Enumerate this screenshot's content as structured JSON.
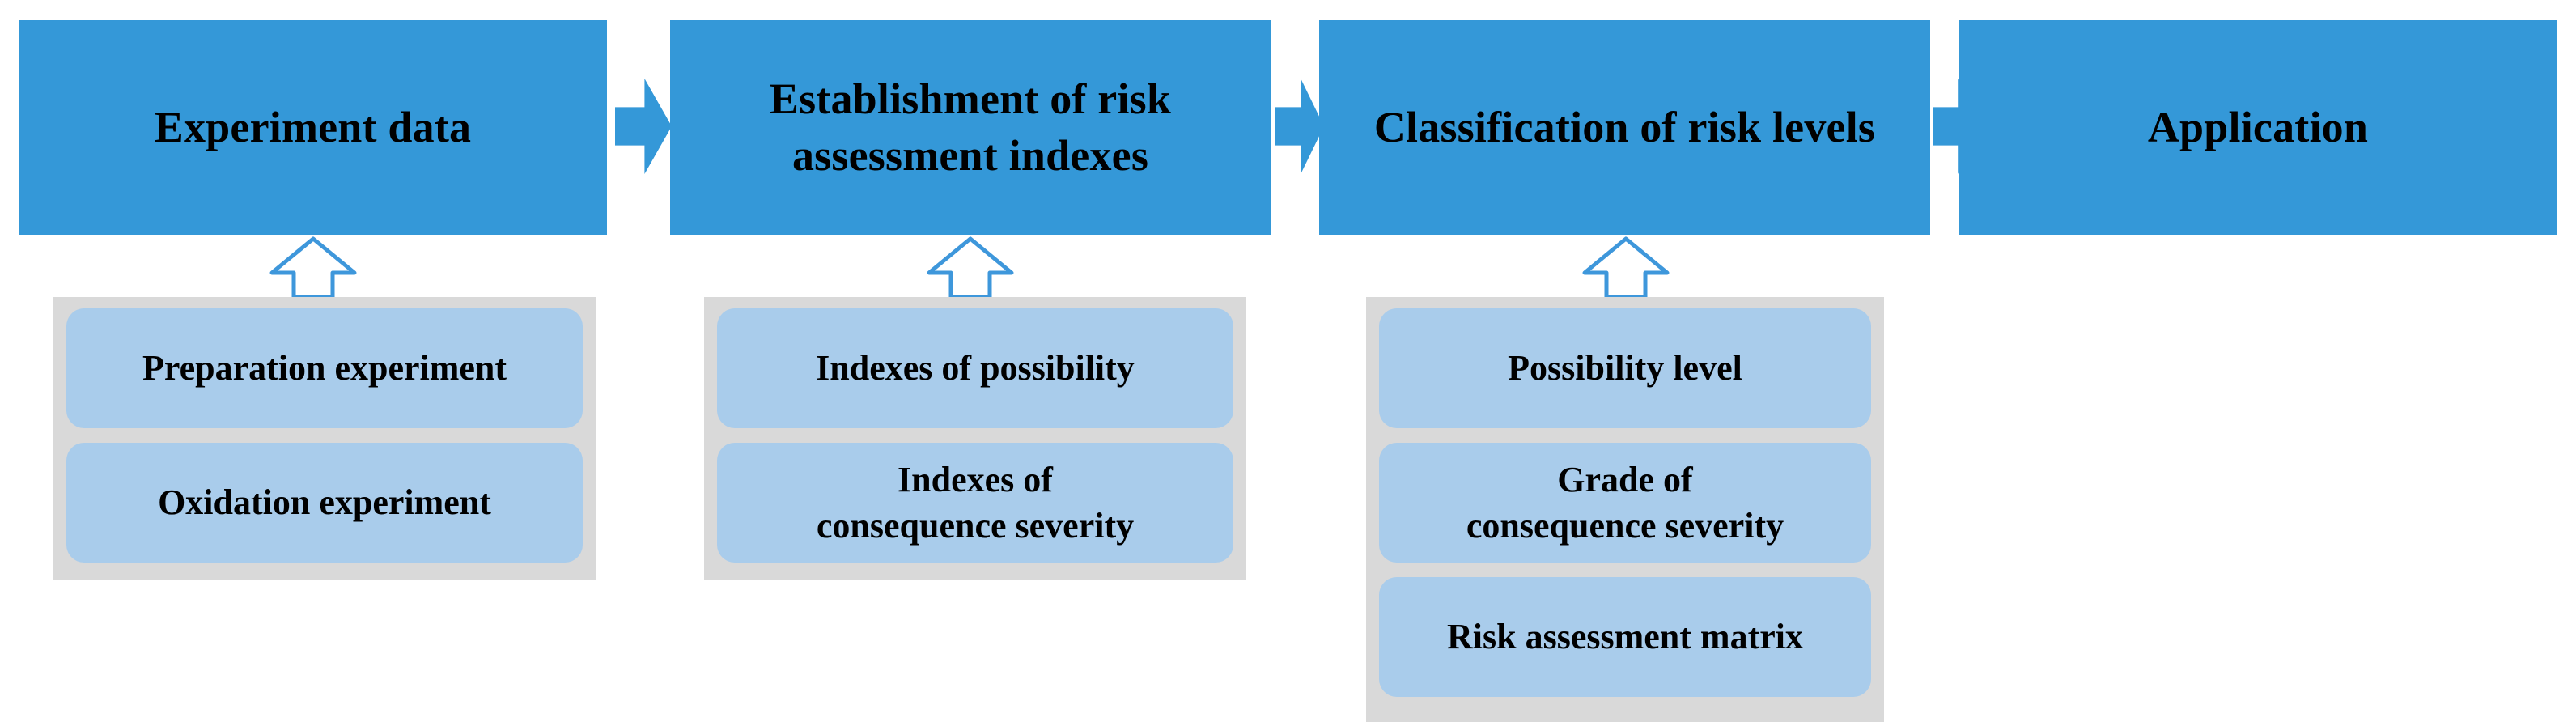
{
  "diagram": {
    "title": "Risk assessment workflow flowchart",
    "colors": {
      "stage_fill": "#3498D8",
      "sub_box_fill": "#A9CCEB",
      "group_fill": "#D9D9D9",
      "arrow_fill": "#3498D8",
      "up_arrow_stroke": "#3E97DB",
      "text": "#000000",
      "background": "#FFFFFF"
    },
    "stages": [
      {
        "id": "experiment-data",
        "label": "Experiment data",
        "sub_items": [
          {
            "id": "preparation-experiment",
            "label": "Preparation experiment"
          },
          {
            "id": "oxidation-experiment",
            "label": "Oxidation experiment"
          }
        ]
      },
      {
        "id": "establishment-of-risk-assessment-indexes",
        "label": "Establishment of risk\nassessment indexes",
        "sub_items": [
          {
            "id": "indexes-of-possibility",
            "label": "Indexes of possibility"
          },
          {
            "id": "indexes-of-consequence-severity",
            "label": "Indexes of\nconsequence severity"
          }
        ]
      },
      {
        "id": "classification-of-risk-levels",
        "label": "Classification of risk levels",
        "sub_items": [
          {
            "id": "possibility-level",
            "label": "Possibility level"
          },
          {
            "id": "grade-of-consequence-severity",
            "label": "Grade of\nconsequence severity"
          },
          {
            "id": "risk-assessment-matrix",
            "label": "Risk assessment matrix"
          }
        ]
      },
      {
        "id": "application",
        "label": "Application",
        "sub_items": []
      }
    ],
    "connectors": {
      "flow_arrows": [
        {
          "id": "arrow-stage1-to-stage2",
          "direction": "right"
        },
        {
          "id": "arrow-stage2-to-stage3",
          "direction": "right"
        },
        {
          "id": "arrow-stage3-to-stage4",
          "direction": "right"
        }
      ],
      "feed_arrows": [
        {
          "id": "arrow-subgroup1-to-stage1",
          "direction": "up"
        },
        {
          "id": "arrow-subgroup2-to-stage2",
          "direction": "up"
        },
        {
          "id": "arrow-subgroup3-to-stage3",
          "direction": "up"
        }
      ]
    }
  }
}
